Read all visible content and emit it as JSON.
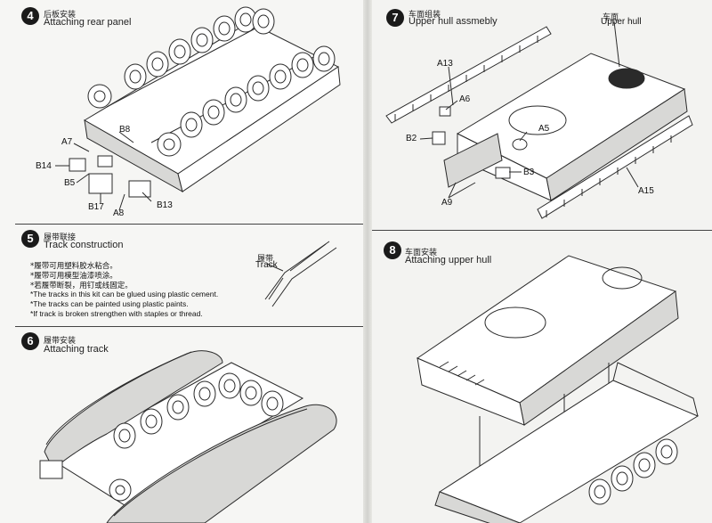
{
  "steps": [
    {
      "num": "4",
      "title_cn": "后板安装",
      "title_en": "Attaching rear panel"
    },
    {
      "num": "5",
      "title_cn": "履带联接",
      "title_en": "Track construction"
    },
    {
      "num": "6",
      "title_cn": "履带安装",
      "title_en": "Attaching track"
    },
    {
      "num": "7",
      "title_cn": "车面组装",
      "title_en": "Upper hull assmebly"
    },
    {
      "num": "8",
      "title_cn": "车面安装",
      "title_en": "Attaching upper hull"
    }
  ],
  "step4_parts": [
    "B8",
    "A7",
    "B14",
    "B5",
    "B17",
    "A8",
    "B13"
  ],
  "step5": {
    "track_label_cn": "履带",
    "track_label_en": "Track",
    "notes_cn": [
      "*履带可用塑料胶水粘合。",
      "*履带可用模型油漆喷涂。",
      "*若履带断裂，用钉或线固定。"
    ],
    "notes_en": [
      "*The tracks in this kit can be glued using plastic  cement.",
      "*The tracks can be painted using plastic paints.",
      "*If track is broken strengthen with staples or thread."
    ]
  },
  "step7": {
    "upper_hull_cn": "车面",
    "upper_hull_en": "Upper hull",
    "parts": [
      "A13",
      "A6",
      "A5",
      "B2",
      "B3",
      "A9",
      "A15"
    ]
  }
}
